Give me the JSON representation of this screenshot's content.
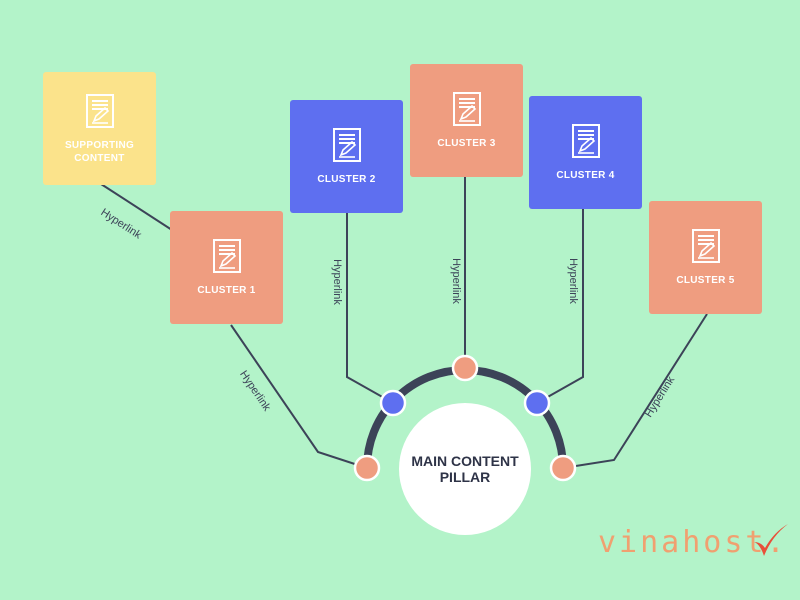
{
  "pillar": {
    "title": "MAIN CONTENT PILLAR"
  },
  "link_text": "Hyperlink",
  "cards": {
    "supporting": {
      "label": "SUPPORTING CONTENT",
      "color": "#fbe38b"
    },
    "cluster1": {
      "label": "CLUSTER 1",
      "color": "#ef9d80"
    },
    "cluster2": {
      "label": "CLUSTER 2",
      "color": "#5e6ff0"
    },
    "cluster3": {
      "label": "CLUSTER 3",
      "color": "#ef9d80"
    },
    "cluster4": {
      "label": "CLUSTER 4",
      "color": "#5e6ff0"
    },
    "cluster5": {
      "label": "CLUSTER 5",
      "color": "#ef9d80"
    }
  },
  "colors": {
    "background": "#b3f3c9",
    "line": "#3c4358",
    "node_salmon": "#ef9d80",
    "node_blue": "#5e6ff0",
    "arc": "#3c4358"
  },
  "brand": {
    "text": "vinahost.",
    "color": "#f0a070",
    "check_color": "#e8503a"
  }
}
